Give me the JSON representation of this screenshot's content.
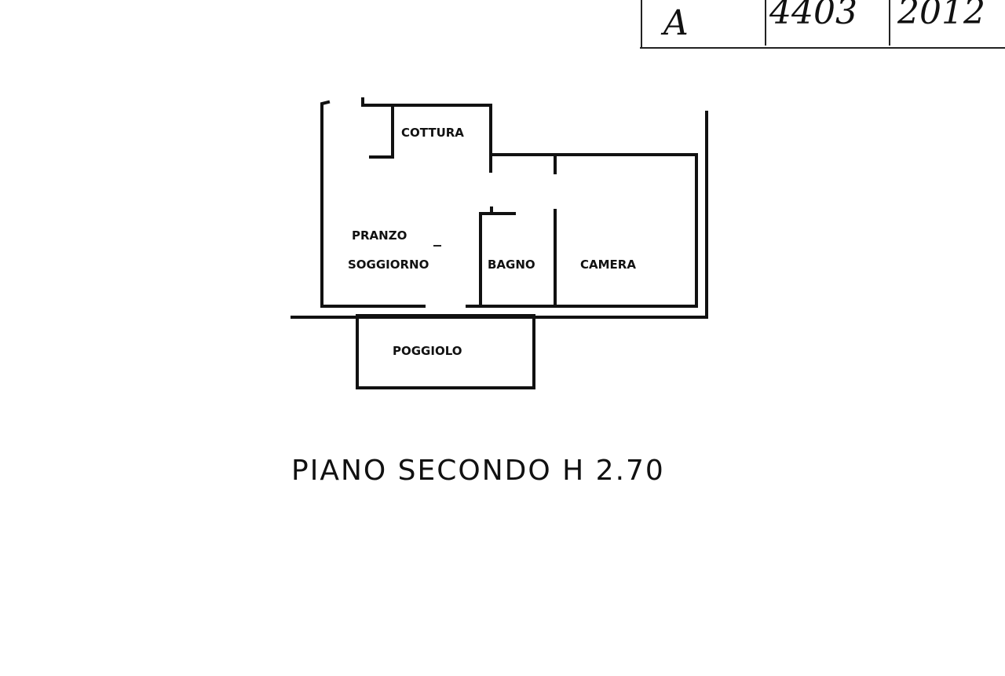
{
  "stamp": {
    "cells": [
      "A",
      "4403",
      "2012"
    ]
  },
  "rooms": {
    "cottura": "COTTURA",
    "pranzo": "PRANZO",
    "soggiorno": "SOGGIORNO",
    "bagno": "BAGNO",
    "camera": "CAMERA",
    "poggiolo": "POGGIOLO"
  },
  "caption": "PIANO SECONDO H 2.70"
}
